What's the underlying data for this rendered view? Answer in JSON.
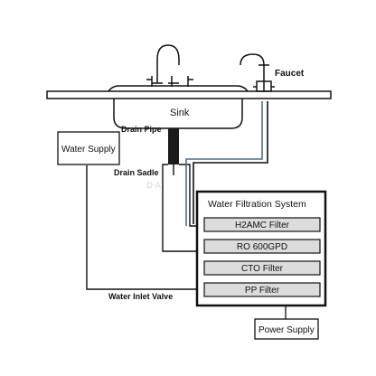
{
  "labels": {
    "faucet": "Faucet",
    "sink": "Sink",
    "drain_pipe": "Drain Pipe",
    "drain_saddle": "Drain Sadle",
    "water_supply": "Water Supply",
    "water_inlet_valve": "Water Inlet Valve",
    "power_supply": "Power Supply"
  },
  "system": {
    "title": "Water Filtration System",
    "filters": [
      "H2AMC Filter",
      "RO 600GPD",
      "CTO Filter",
      "PP Filter"
    ]
  },
  "watermark": "D·A",
  "colors": {
    "line": "#111111",
    "filter_fill": "#dcdcdc",
    "pure_water_line": "#4a6f8a"
  }
}
